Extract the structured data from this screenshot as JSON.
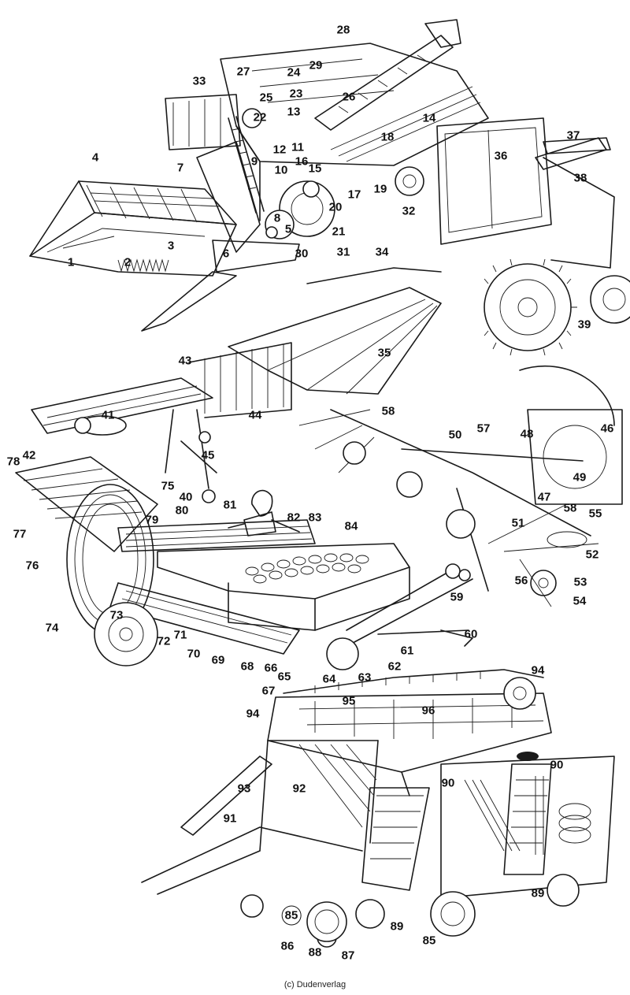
{
  "credit": "(c) Dudenverlag",
  "labels": {
    "l1": "1",
    "l2": "2",
    "l3": "3",
    "l4": "4",
    "l5": "5",
    "l6": "6",
    "l7": "7",
    "l8": "8",
    "l9": "9",
    "l10": "10",
    "l11": "11",
    "l12": "12",
    "l13": "13",
    "l14": "14",
    "l15": "15",
    "l16": "16",
    "l17": "17",
    "l18": "18",
    "l19": "19",
    "l20": "20",
    "l21": "21",
    "l22": "22",
    "l23": "23",
    "l24": "24",
    "l25": "25",
    "l26": "26",
    "l27": "27",
    "l28": "28",
    "l29": "29",
    "l30": "30",
    "l31": "31",
    "l32": "32",
    "l33": "33",
    "l34": "34",
    "l35": "35",
    "l36": "36",
    "l37": "37",
    "l38": "38",
    "l39": "39",
    "l40": "40",
    "l41": "41",
    "l42": "42",
    "l43": "43",
    "l44": "44",
    "l45": "45",
    "l46": "46",
    "l47": "47",
    "l48": "48",
    "l49": "49",
    "l50": "50",
    "l51": "51",
    "l52": "52",
    "l53": "53",
    "l54": "54",
    "l55": "55",
    "l56": "56",
    "l57": "57",
    "l58a": "58",
    "l58b": "58",
    "l59": "59",
    "l60": "60",
    "l61": "61",
    "l62": "62",
    "l63": "63",
    "l64": "64",
    "l65": "65",
    "l66": "66",
    "l67": "67",
    "l68": "68",
    "l69": "69",
    "l70": "70",
    "l71": "71",
    "l72": "72",
    "l73": "73",
    "l74": "74",
    "l75": "75",
    "l76": "76",
    "l77": "77",
    "l78": "78",
    "l79": "79",
    "l80": "80",
    "l81": "81",
    "l82": "82",
    "l83": "83",
    "l84": "84",
    "l85a": "85",
    "l85b": "85",
    "l86": "86",
    "l87": "87",
    "l88": "88",
    "l89a": "89",
    "l89b": "89",
    "l90a": "90",
    "l90b": "90",
    "l91": "91",
    "l92": "92",
    "l93": "93",
    "l94a": "94",
    "l94b": "94",
    "l95": "95",
    "l96": "96"
  }
}
